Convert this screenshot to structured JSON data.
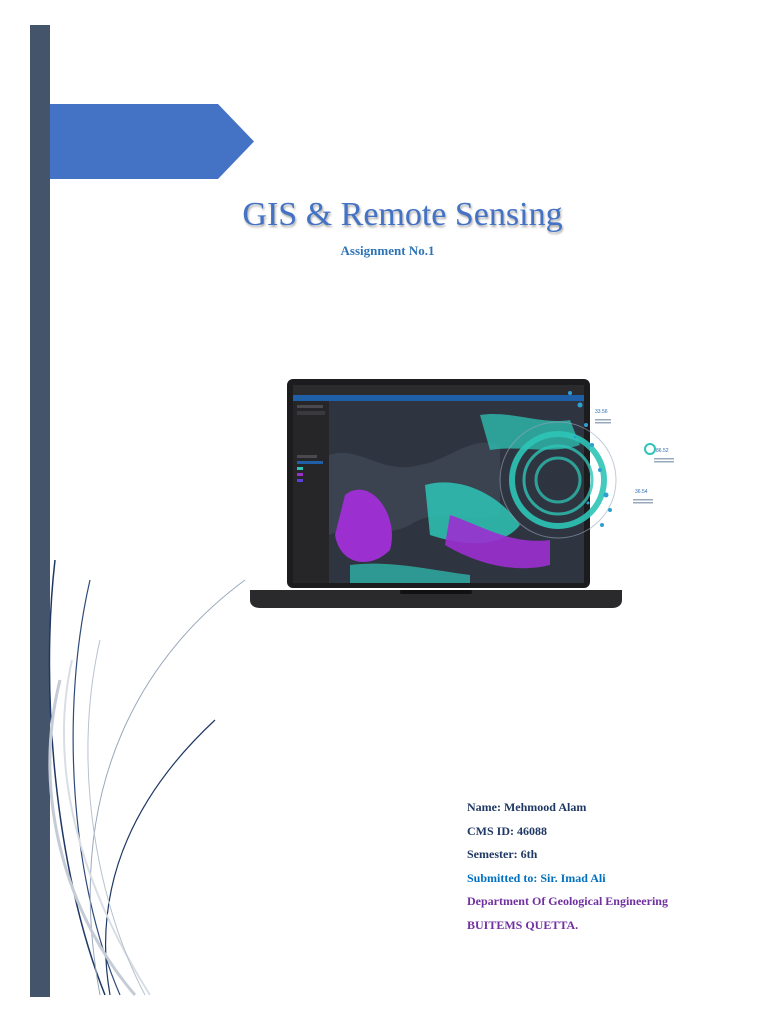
{
  "document": {
    "title": "GIS & Remote Sensing",
    "subtitle": "Assignment No.1"
  },
  "illustration": {
    "readouts": [
      "33.56",
      "86.52",
      "36.54"
    ]
  },
  "info": {
    "name": "Name: Mehmood Alam",
    "cms_id": "CMS ID: 46088",
    "semester": "Semester: 6th",
    "submitted_to": "Submitted to: Sir. Imad Ali",
    "department": "Department Of Geological Engineering",
    "university": "BUITEMS QUETTA."
  },
  "colors": {
    "accent_bar": "#44546a",
    "banner": "#4472c4",
    "title": "#4472c4",
    "subtitle": "#2e74b5",
    "info_navy": "#1f3864",
    "info_blue": "#0070c0",
    "info_purple": "#7030a0"
  }
}
